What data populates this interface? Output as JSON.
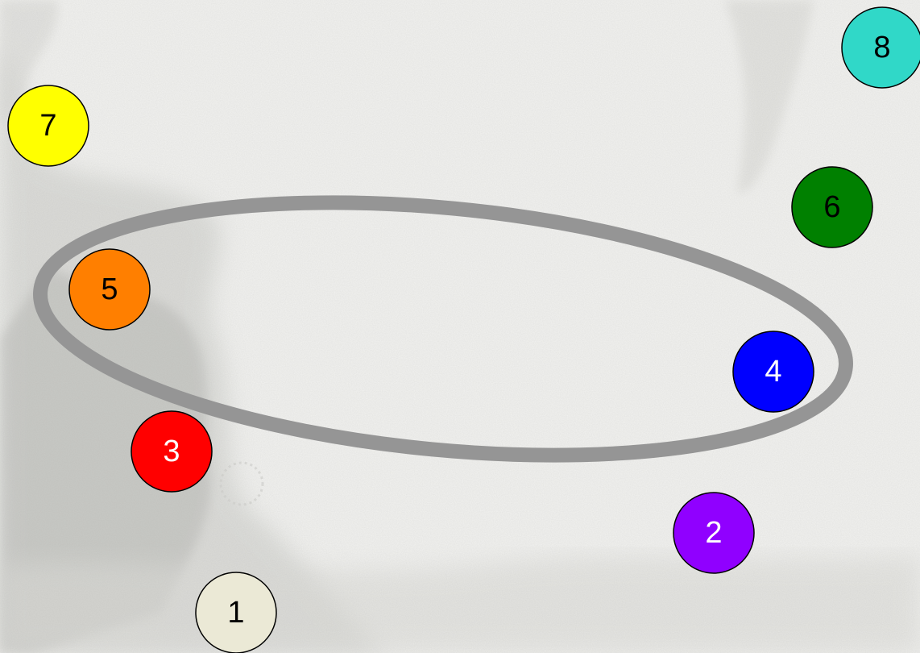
{
  "puzzle": {
    "selection_ring_color": "#959595",
    "circles": [
      {
        "label": "1",
        "fill": "#ebe9d6",
        "text_color": "#000000"
      },
      {
        "label": "2",
        "fill": "#9000ff",
        "text_color": "#ffffff"
      },
      {
        "label": "3",
        "fill": "#ff0000",
        "text_color": "#ffffff"
      },
      {
        "label": "4",
        "fill": "#0000ff",
        "text_color": "#ffffff"
      },
      {
        "label": "5",
        "fill": "#ff7f00",
        "text_color": "#000000"
      },
      {
        "label": "6",
        "fill": "#008000",
        "text_color": "#000000"
      },
      {
        "label": "7",
        "fill": "#ffff00",
        "text_color": "#000000"
      },
      {
        "label": "8",
        "fill": "#30d8c8",
        "text_color": "#000000"
      }
    ]
  }
}
